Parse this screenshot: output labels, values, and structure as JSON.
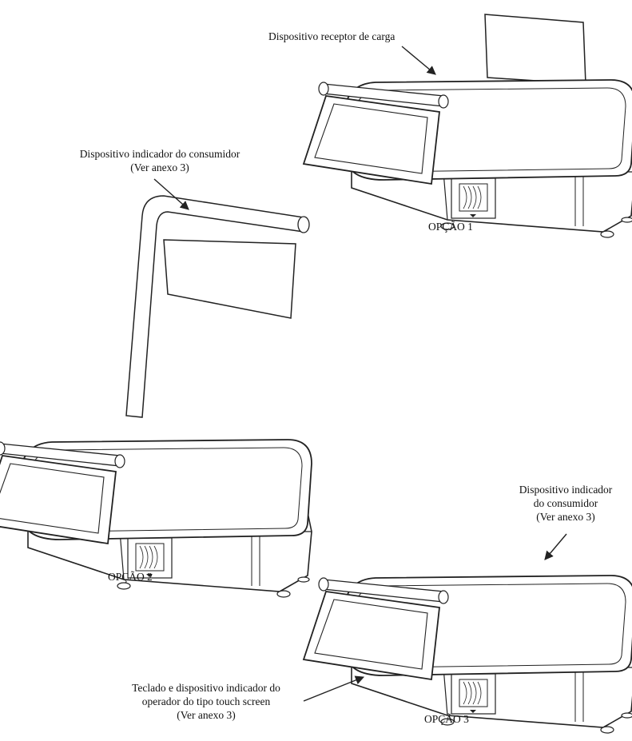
{
  "labels": {
    "receptor": "Dispositivo receptor de carga",
    "consumer_top": {
      "line1": "Dispositivo indicador do consumidor",
      "line2": "(Ver anexo 3)"
    },
    "consumer_right": {
      "line1": "Dispositivo indicador",
      "line2": "do consumidor",
      "line3": "(Ver anexo 3)"
    },
    "operator": {
      "line1": "Teclado e dispositivo indicador do",
      "line2": "operador do tipo touch screen",
      "line3": "(Ver anexo 3)"
    },
    "option1": "OPÇÃO 1",
    "option2": "OPÇÃO 2",
    "option3": "OPÇÃO 3"
  },
  "colors": {
    "line": "#222222",
    "fill": "#ffffff"
  }
}
